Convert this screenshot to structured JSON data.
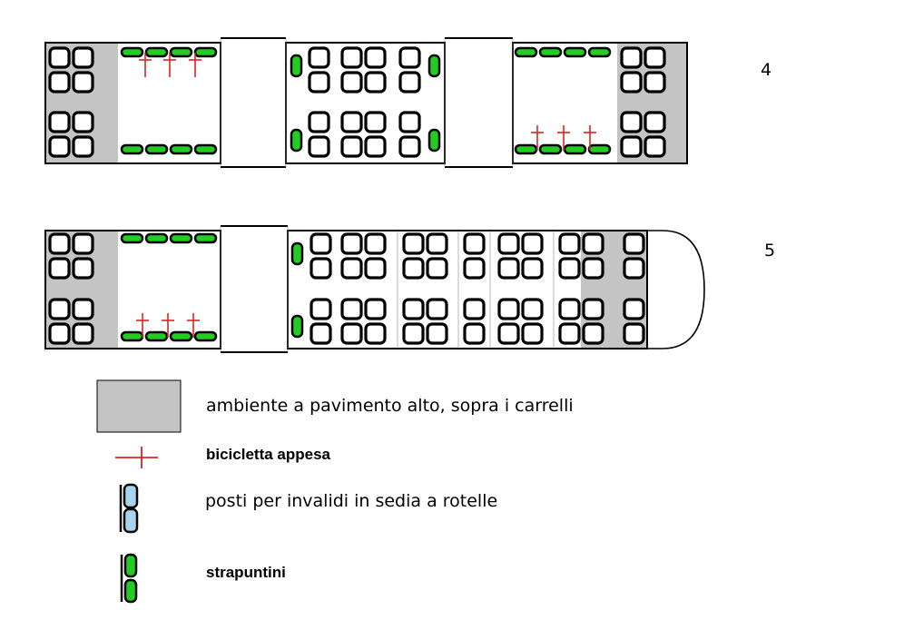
{
  "cars": [
    {
      "number": "4"
    },
    {
      "number": "5"
    }
  ],
  "legend": {
    "high_floor": "ambiente a pavimento alto, sopra i carrelli",
    "bicycle": "bicicletta appesa",
    "wheelchair": "posti per invalidi in sedia a rotelle",
    "folding_seats": "strapuntini"
  },
  "colors": {
    "high_floor_gray": "#c4c4c4",
    "folding_seat_green": "#22cc22",
    "bicycle_red": "#dd2222",
    "wheelchair_blue": "#a8d4ee",
    "outline": "#000000"
  },
  "icons": [
    "seat-icon",
    "folding-seat-icon",
    "bicycle-hook-icon",
    "wheelchair-seat-icon"
  ]
}
